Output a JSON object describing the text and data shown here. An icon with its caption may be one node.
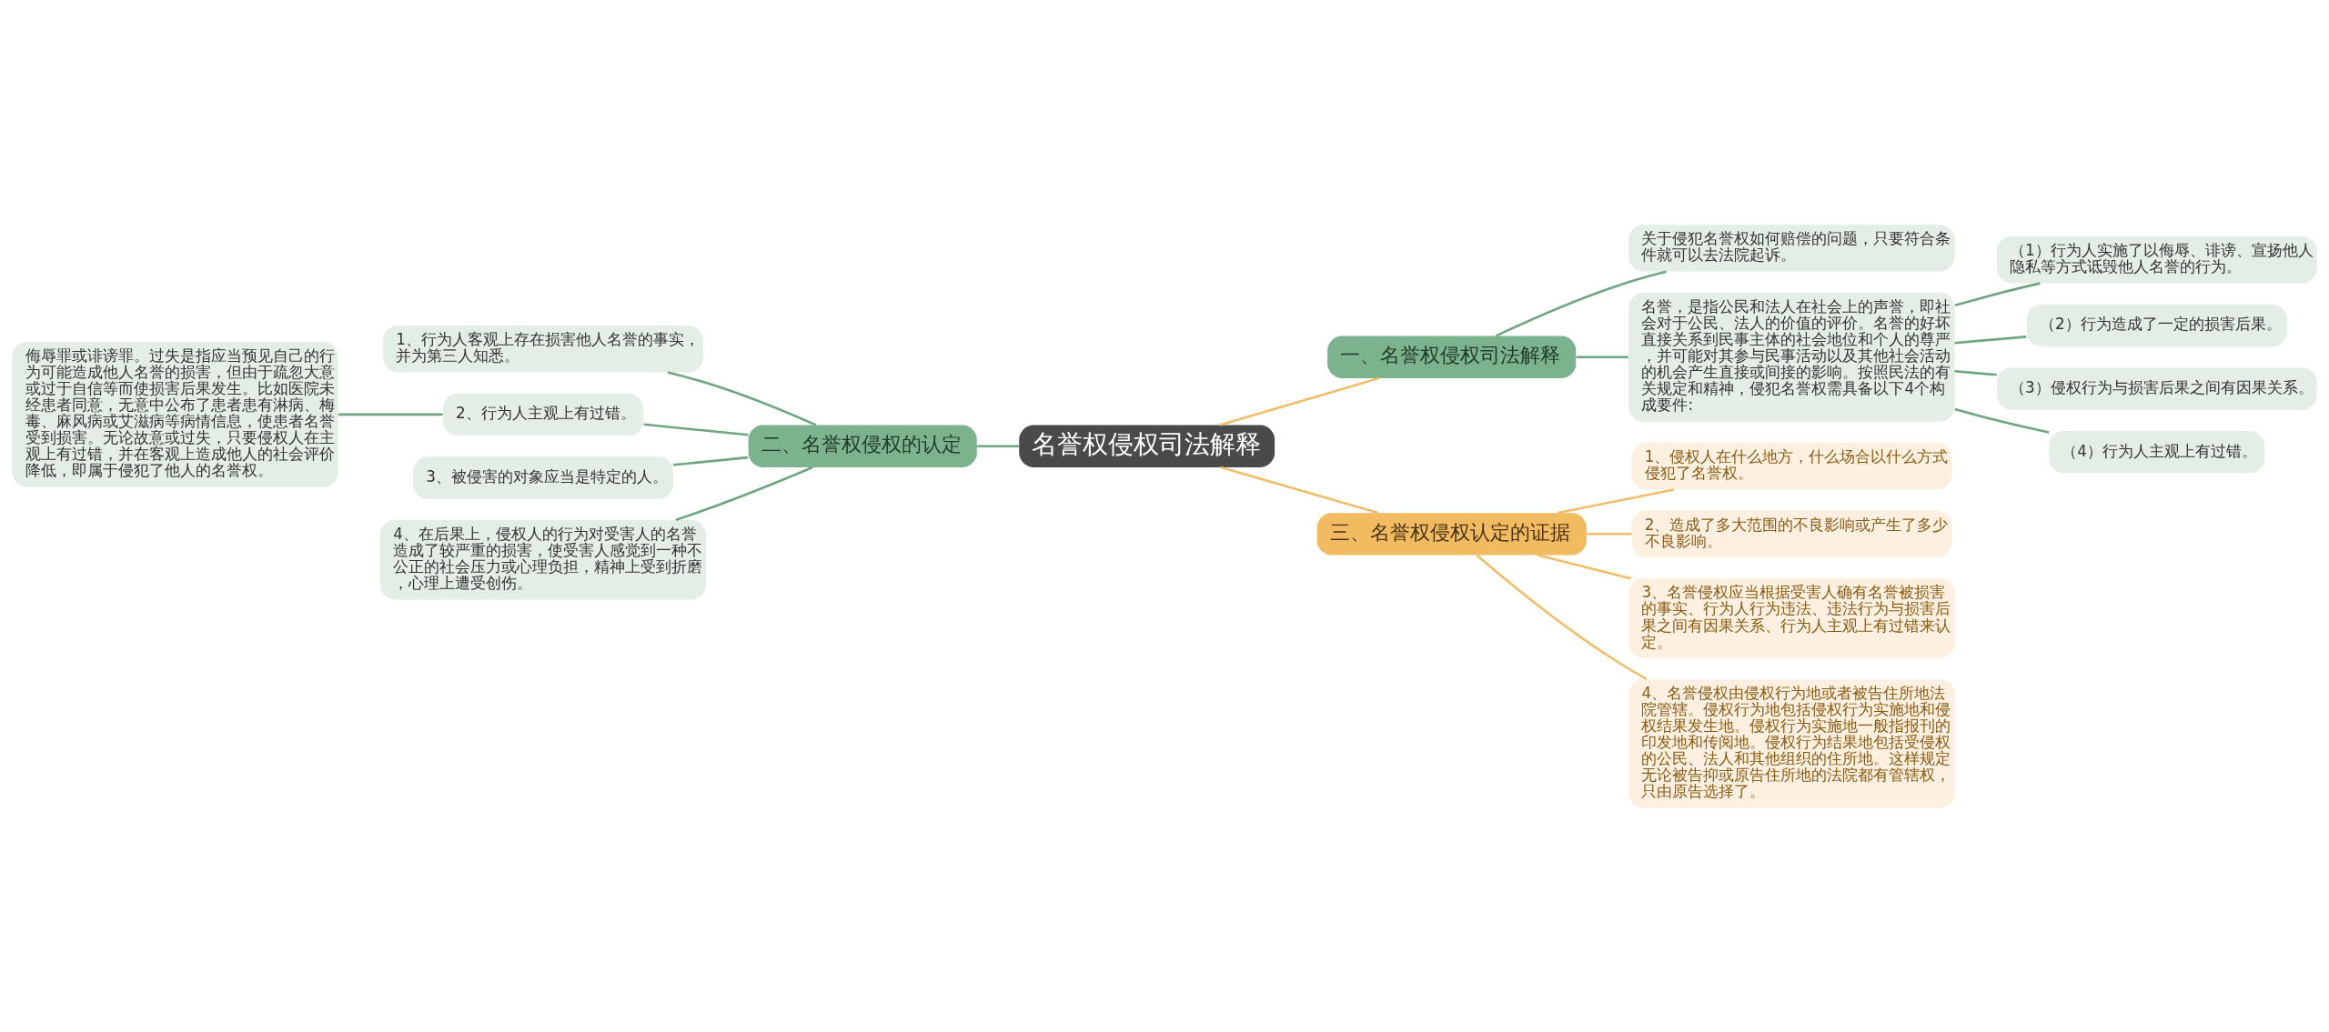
{
  "diagram": {
    "nodes": [
      {
        "text": [
          "名誉权侵权司法解释"
        ]
      },
      {
        "text": [
          "一、名誉权侵权司法解释"
        ]
      },
      {
        "text": [
          "关于侵犯名誉权如何赔偿的问题，只要符合条件就可以去法院起诉。"
        ]
      },
      {
        "text": [
          "名誉，是指公民和法人在社会上的声誉，即社会对于公民、法人的价值的评价。名誉的好坏直接关系到民事主体的社会地位和个人的尊严，并可能对其参与民事活动以及其他社会活动的机会产生直接或间接的影响。按照民法的有关规定和精神，侵犯名誉权需具备以下4个构成要件:"
        ]
      },
      {
        "text": [
          "（1）行为人实施了以侮辱、诽谤、宣扬他人隐私等方式诋毁他人名誉的行为。"
        ]
      },
      {
        "text": [
          "（2）行为造成了一定的损害后果。"
        ]
      },
      {
        "text": [
          "（3）侵权行为与损害后果之间有因果关系。"
        ]
      },
      {
        "text": [
          "（4）行为人主观上有过错。"
        ]
      },
      {
        "text": [
          "二、名誉权侵权的认定"
        ]
      },
      {
        "text": [
          "1、行为人客观上存在损害他人名誉的事实，并为第三人知悉。"
        ]
      },
      {
        "text": [
          "2、行为人主观上有过错。"
        ]
      },
      {
        "text": [
          "侮辱罪或诽谤罪。过失是指应当预见自己的行为可能造成他人名誉的损害，但由于疏忽大意或过于自信等而使损害后果发生。比如医院未经患者同意，无意中公布了患者患有淋病、梅毒、麻风病或艾滋病等病情信息，使患者名誉受到损害。无论故意或过失，只要侵权人在主观上有过错，并在客观上造成他人的社会评价降低，即属于侵犯了他人的名誉权。"
        ]
      },
      {
        "text": [
          "3、被侵害的对象应当是特定的人。"
        ]
      },
      {
        "text": [
          "4、在后果上，侵权人的行为对受害人的名誉造成了较严重的损害，使受害人感觉到一种不公正的社会压力或心理负担，精神上受到折磨，心理上遭受创伤。"
        ]
      },
      {
        "text": [
          "三、名誉权侵权认定的证据"
        ]
      },
      {
        "text": [
          "1、侵权人在什么地方，什么场合以什么方式侵犯了名誉权。"
        ]
      },
      {
        "text": [
          "2、造成了多大范围的不良影响或产生了多少不良影响。"
        ]
      },
      {
        "text": [
          "3、名誉侵权应当根据受害人确有名誉被损害的事实、行为人行为违法、违法行为与损害后果之间有因果关系、行为人主观上有过错来认定。"
        ]
      },
      {
        "text": [
          "4、名誉侵权由侵权行为地或者被告住所地法院管辖。侵权行为地包括侵权行为实施地和侵权结果发生地。侵权行为实施地一般指报刊的印发地和传阅地。侵权行为结果地包括受侵权的公民、法人和其他组织的住所地。这样规定无论被告抑或原告住所地的法院都有管辖权，只由原告选择了。"
        ]
      }
    ],
    "edges": [
      {
        "from": 0,
        "to": 1,
        "arrow": "none",
        "color": "#f0bd6a"
      },
      {
        "from": 1,
        "to": 2,
        "arrow": "none"
      },
      {
        "from": 1,
        "to": 3,
        "arrow": "none"
      },
      {
        "from": 3,
        "to": 4,
        "arrow": "none"
      },
      {
        "from": 3,
        "to": 5,
        "arrow": "none"
      },
      {
        "from": 3,
        "to": 6,
        "arrow": "none"
      },
      {
        "from": 3,
        "to": 7,
        "arrow": "none"
      },
      {
        "from": 0,
        "to": 8,
        "arrow": "none"
      },
      {
        "from": 8,
        "to": 9,
        "arrow": "none"
      },
      {
        "from": 8,
        "to": 10,
        "arrow": "none"
      },
      {
        "from": 10,
        "to": 11,
        "arrow": "none"
      },
      {
        "from": 8,
        "to": 12,
        "arrow": "none"
      },
      {
        "from": 8,
        "to": 13,
        "arrow": "none"
      },
      {
        "from": 0,
        "to": 14,
        "arrow": "none",
        "color": "#f0bd6a"
      },
      {
        "from": 14,
        "to": 15,
        "arrow": "none",
        "color": "#f0bd6a"
      },
      {
        "from": 14,
        "to": 16,
        "arrow": "none",
        "color": "#f0bd6a"
      },
      {
        "from": 14,
        "to": 17,
        "arrow": "none",
        "color": "#f0bd6a"
      },
      {
        "from": 14,
        "to": 18,
        "arrow": "none",
        "color": "#f0bd6a"
      }
    ]
  }
}
